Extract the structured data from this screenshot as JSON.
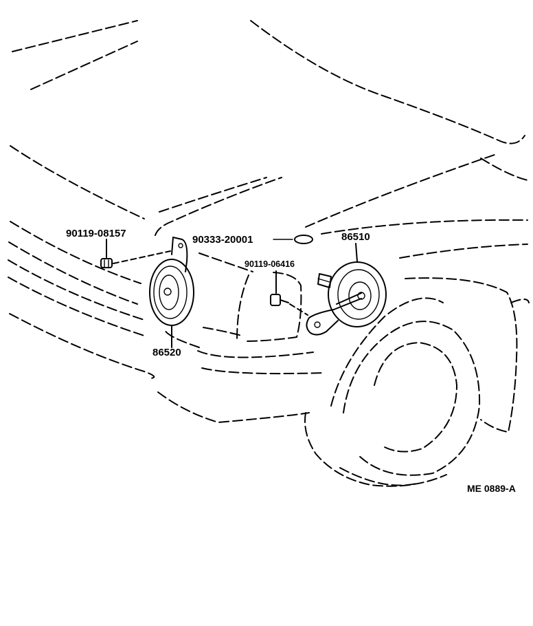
{
  "diagram": {
    "part_labels": {
      "bolt_left": "90119-08157",
      "nut": "90333-20001",
      "horn_high": "86510",
      "bolt_right": "90119-06416",
      "horn_low": "86520"
    },
    "drawing_code": "ME 0889-A"
  }
}
